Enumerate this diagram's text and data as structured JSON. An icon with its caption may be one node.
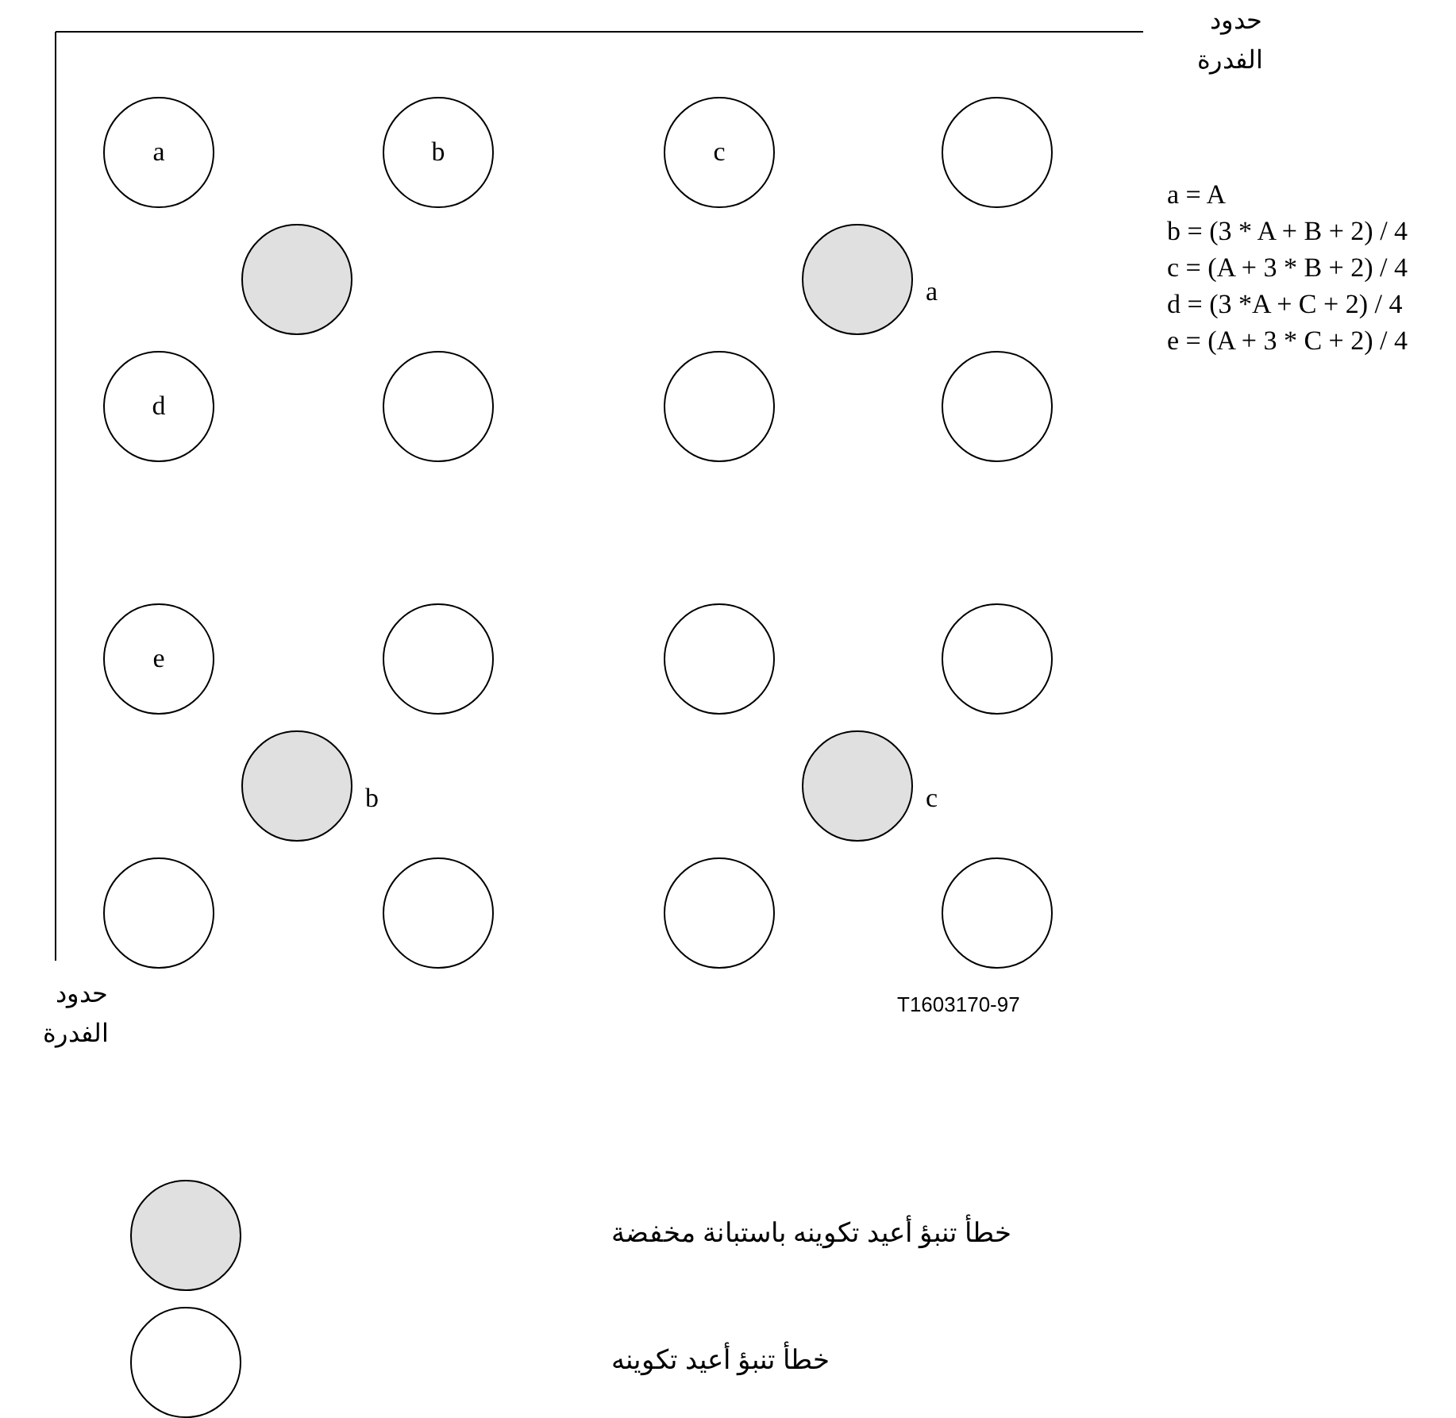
{
  "diagram": {
    "nodes": [
      {
        "text": [
          "a"
        ]
      },
      {
        "text": [
          "b"
        ]
      },
      {
        "text": [
          "c"
        ]
      },
      {
        "text": [],
        "shape": "circle"
      },
      {
        "text": [],
        "shape": "circle"
      },
      {
        "text": [],
        "shape": "circle",
        "beside": [
          "a"
        ]
      },
      {
        "text": [
          "d"
        ]
      },
      {
        "text": [],
        "shape": "circle"
      },
      {
        "text": [],
        "shape": "circle"
      },
      {
        "text": [],
        "shape": "circle"
      },
      {
        "text": [
          "e"
        ]
      },
      {
        "text": [],
        "shape": "circle"
      },
      {
        "text": [],
        "shape": "circle"
      },
      {
        "text": [],
        "shape": "circle"
      },
      {
        "text": [],
        "shape": "circle",
        "beside": [
          "b"
        ]
      },
      {
        "text": [],
        "shape": "circle",
        "beside": [
          "c"
        ]
      },
      {
        "text": [],
        "shape": "circle"
      },
      {
        "text": [],
        "shape": "circle"
      },
      {
        "text": [],
        "shape": "circle"
      },
      {
        "text": [],
        "shape": "circle"
      }
    ],
    "edges": [],
    "labels": [
      "حدود الفدرة",
      "a = A",
      "b = (3 * A + B + 2) / 4",
      "c = (A + 3 * B + 2) / 4",
      "d = (3 *A + C + 2) / 4",
      "e = (A + 3 * C + 2) / 4",
      "حدود الفدرة",
      "T1603170-97"
    ],
    "legend": [
      {
        "text": "خطأ تنبؤ أعيد تكوينه باستبانة مخفضة",
        "color": "#e0e0e0"
      },
      {
        "text": "خطأ تنبؤ أعيد تكوينه"
      }
    ]
  }
}
